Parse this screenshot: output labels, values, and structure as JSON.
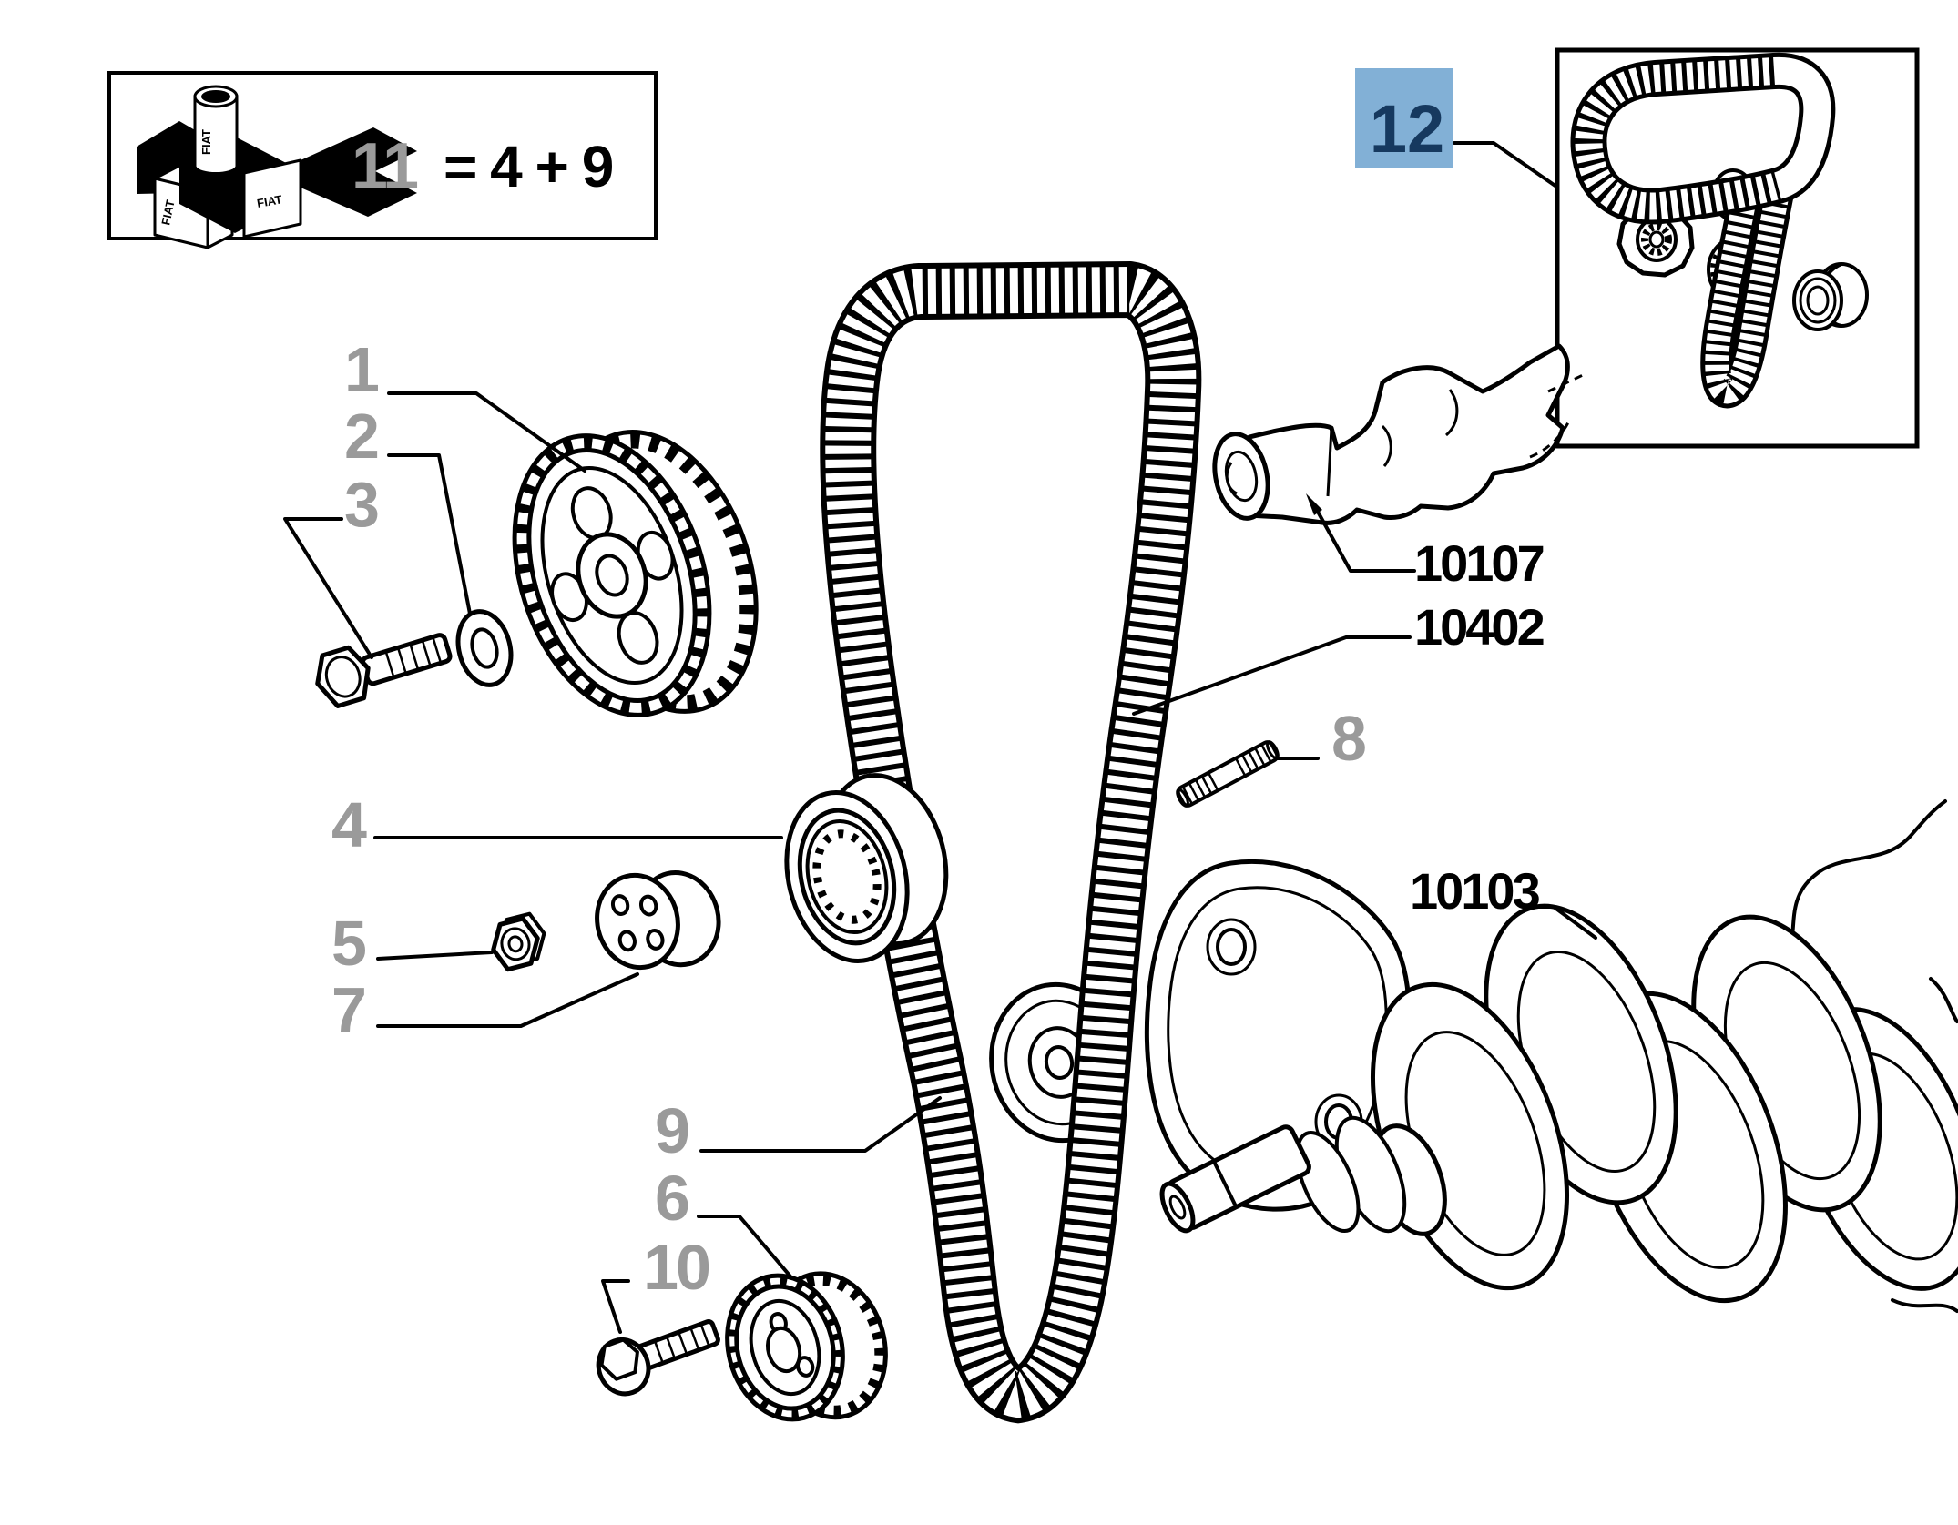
{
  "colors": {
    "line": "#000000",
    "label_gray": "#9a9a9a",
    "highlight_bg": "#82b0d6",
    "highlight_text": "#16395f",
    "background": "#ffffff"
  },
  "legend": {
    "brand": "FIAT",
    "formula_lhs": "11",
    "formula_rhs": "= 4 + 9"
  },
  "highlight": {
    "label": "12"
  },
  "callouts": {
    "c1": "1",
    "c2": "2",
    "c3": "3",
    "c4": "4",
    "c5": "5",
    "c6": "6",
    "c7": "7",
    "c8": "8",
    "c9": "9",
    "c10": "10"
  },
  "part_numbers": {
    "camshaft": "10107",
    "timing_gear_group": "10402",
    "crankshaft": "10103"
  }
}
